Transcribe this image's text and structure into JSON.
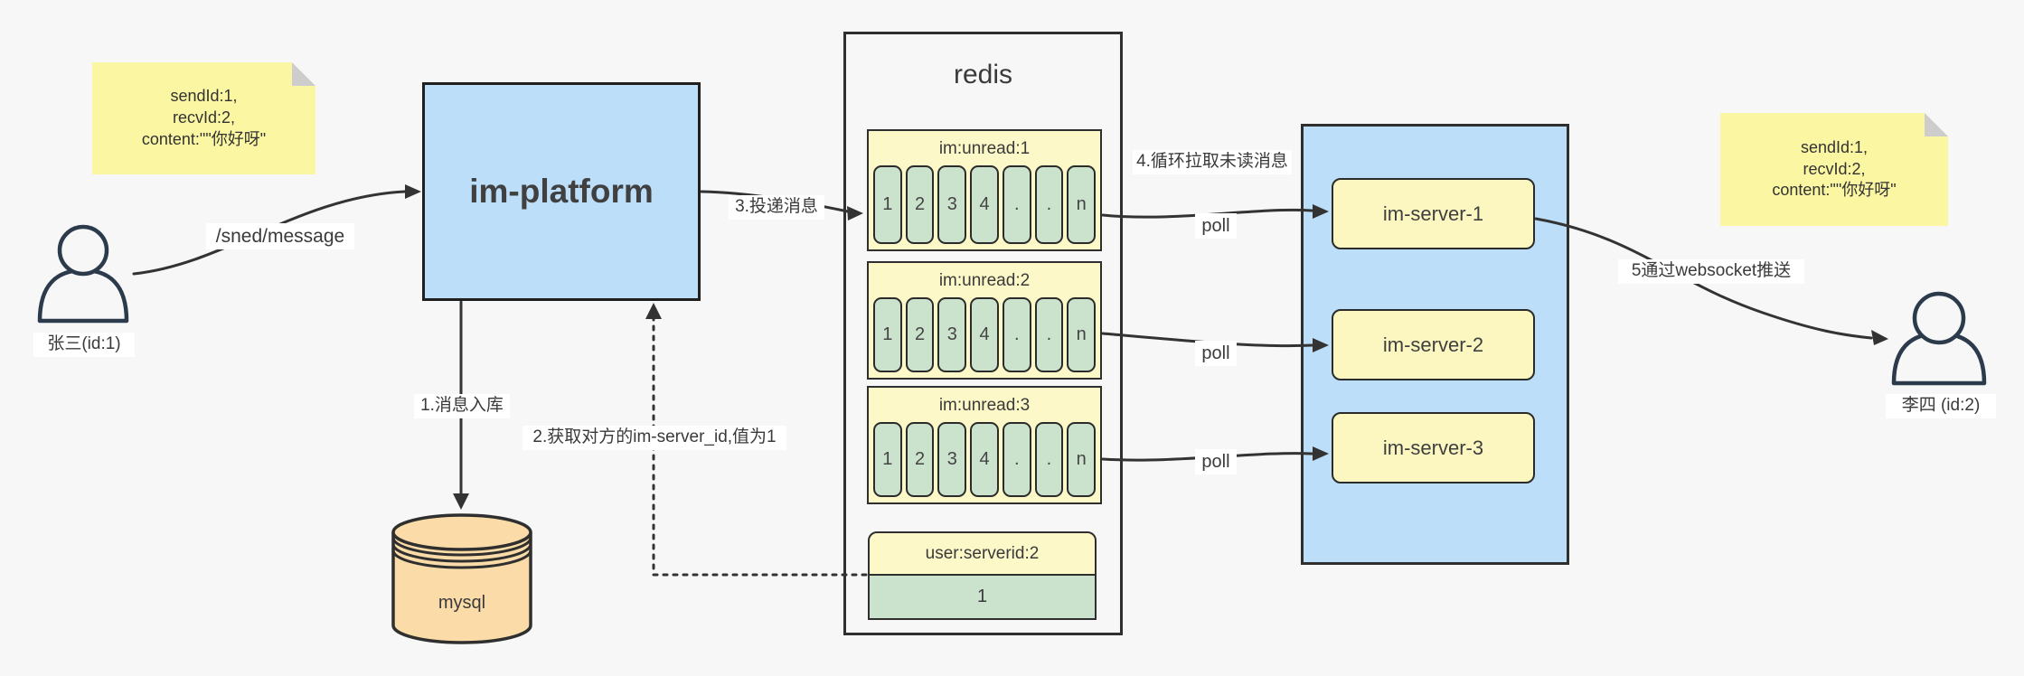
{
  "users": {
    "sender": {
      "label": "张三(id:1)"
    },
    "receiver": {
      "label": "李四  (id:2)"
    }
  },
  "notes": {
    "left": {
      "lines": [
        "sendId:1,",
        "recvId:2,",
        "content:\"\"你好呀\""
      ]
    },
    "right": {
      "lines": [
        "sendId:1,",
        "recvId:2,",
        "content:\"\"你好呀\""
      ]
    }
  },
  "platform": {
    "label": "im-platform"
  },
  "database": {
    "label": "mysql"
  },
  "redis": {
    "title": "redis",
    "queues": [
      {
        "header": "im:unread:1",
        "cells": [
          "1",
          "2",
          "3",
          "4",
          ".",
          ".",
          "n"
        ]
      },
      {
        "header": "im:unread:2",
        "cells": [
          "1",
          "2",
          "3",
          "4",
          ".",
          ".",
          "n"
        ]
      },
      {
        "header": "im:unread:3",
        "cells": [
          "1",
          "2",
          "3",
          "4",
          ".",
          ".",
          "n"
        ]
      }
    ],
    "mapping": {
      "header": "user:serverid:2",
      "value": "1"
    }
  },
  "servers": {
    "items": [
      "im-server-1",
      "im-server-2",
      "im-server-3"
    ]
  },
  "edge_labels": {
    "send_api": "/sned/message",
    "step1": "1.消息入库",
    "step2": "2.获取对方的im-server_id,值为1",
    "step3": "3.投递消息",
    "step4": "4.循环拉取未读消息",
    "step5": "5通过websocket推送",
    "poll": "poll"
  },
  "colors": {
    "background": "#f7f7f7",
    "platform_blue": "#bcdef8",
    "note_yellow": "#fbf6a2",
    "header_yellow": "#fcf8c8",
    "cell_green": "#cbe2cd",
    "mysql_orange": "#fbdca8",
    "line": "#333333",
    "person": "#2c3b4c"
  }
}
